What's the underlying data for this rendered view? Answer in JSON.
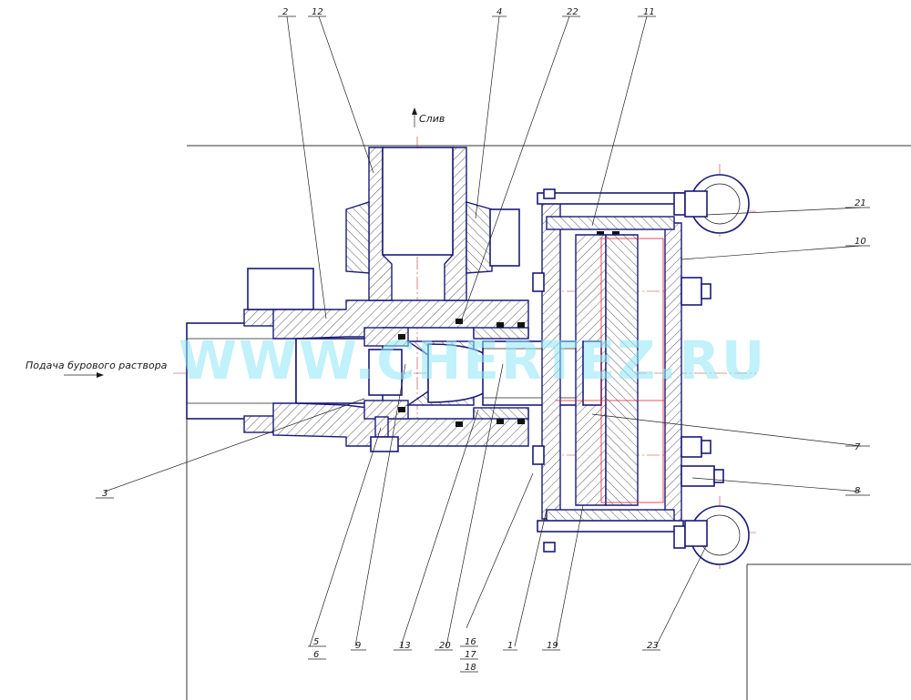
{
  "notes": {
    "drain": "Слив",
    "feed": "Подача бурового раствора"
  },
  "watermark": "WWW.CHERTEZ.RU",
  "callouts": {
    "c2": "2",
    "c12": "12",
    "c4": "4",
    "c22": "22",
    "c11": "11",
    "c21": "21",
    "c10": "10",
    "c7": "7",
    "c8": "8",
    "c3": "3",
    "c5": "5",
    "c6": "6",
    "c9": "9",
    "c13": "13",
    "c20": "20",
    "c16": "16",
    "c17": "17",
    "c18": "18",
    "c1": "1",
    "c19": "19",
    "c23": "23"
  },
  "colors": {
    "outline": "#1a1a7a",
    "centerline": "#c0392b",
    "watermark": "#8fe6f7"
  }
}
